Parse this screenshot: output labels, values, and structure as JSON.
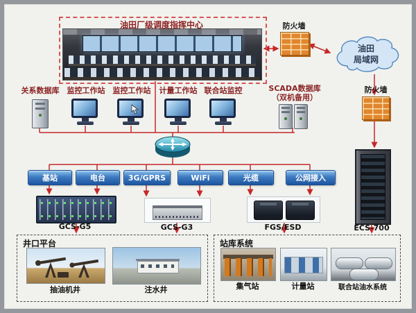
{
  "control_center": {
    "title": "油田厂级调度指挥中心"
  },
  "firewall_top": {
    "label": "防火墙"
  },
  "firewall_right": {
    "label": "防火墙"
  },
  "cloud": {
    "line1": "油田",
    "line2": "局域网"
  },
  "workstations": [
    {
      "label": "关系数据库"
    },
    {
      "label": "监控工作站"
    },
    {
      "label": "监控工作站"
    },
    {
      "label": "计量工作站"
    },
    {
      "label": "联合站监控"
    }
  ],
  "scada": {
    "line1": "SCADA数据库",
    "line2": "（双机备用）"
  },
  "comm_links": [
    {
      "label": "基站"
    },
    {
      "label": "电台"
    },
    {
      "label": "3G/GPRS"
    },
    {
      "label": "WiFi"
    },
    {
      "label": "光缆"
    },
    {
      "label": "公网接入"
    }
  ],
  "devices": [
    {
      "label": "GCS-G5"
    },
    {
      "label": "GCS-G3"
    },
    {
      "label": "FGS/ESD"
    },
    {
      "label": "ECS-700"
    }
  ],
  "wellhead": {
    "title": "井口平台",
    "items": [
      {
        "caption": "抽油机井"
      },
      {
        "caption": "注水井"
      }
    ]
  },
  "station": {
    "title": "站库系统",
    "items": [
      {
        "caption": "集气站"
      },
      {
        "caption": "计量站"
      },
      {
        "caption": "联合站油水系统"
      }
    ]
  },
  "colors": {
    "line_red": "#c62828",
    "label_red": "#8b2424",
    "bar_blue": "#1c55a0",
    "firewall_orange": "#e0862e"
  }
}
